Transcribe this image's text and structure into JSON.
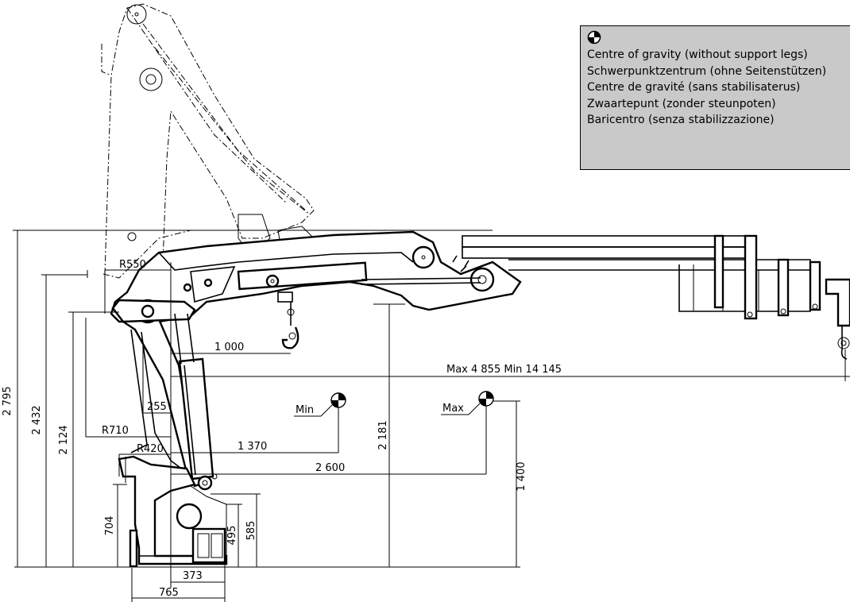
{
  "legend": {
    "symbol": "centre-of-gravity-symbol",
    "lines": [
      "Centre of gravity (without support legs)",
      "Schwerpunktzentrum (ohne Seitenstützen)",
      "Centre de gravité (sans stabilisaterus)",
      "Zwaartepunt (zonder steunpoten)",
      "Baricentro (senza stabilizzazione)"
    ]
  },
  "dimensions": {
    "d2795": "2 795",
    "d2432": "2 432",
    "d2124": "2 124",
    "d704": "704",
    "d373": "373",
    "d765": "765",
    "d495": "495",
    "d585": "585",
    "d2181": "2 181",
    "d1400": "1 400",
    "d1000": "1 000",
    "d255": "255",
    "d1370": "1 370",
    "d2600": "2 600",
    "reach": "Max 4 855  Min 14 145",
    "r550": "R550",
    "r710": "R710",
    "r420": "R420"
  },
  "markers": {
    "min": "Min",
    "max": "Max"
  }
}
